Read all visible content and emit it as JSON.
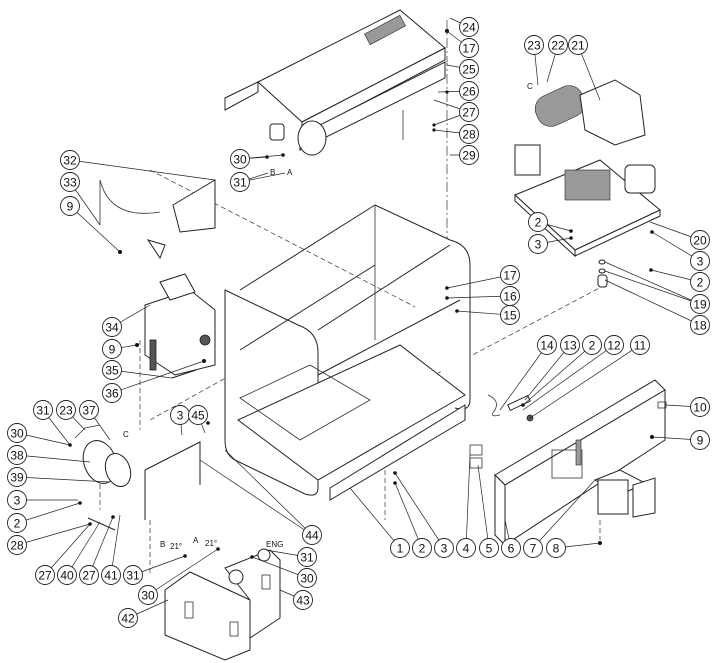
{
  "diagram": {
    "type": "exploded-parts-view",
    "callouts": [
      {
        "id": "c1",
        "label": "1"
      },
      {
        "id": "c2",
        "label": "2"
      },
      {
        "id": "c3",
        "label": "3"
      },
      {
        "id": "c4",
        "label": "4"
      },
      {
        "id": "c5",
        "label": "5"
      },
      {
        "id": "c6",
        "label": "6"
      },
      {
        "id": "c7",
        "label": "7"
      },
      {
        "id": "c8",
        "label": "8"
      },
      {
        "id": "c9a",
        "label": "9"
      },
      {
        "id": "c10",
        "label": "10"
      },
      {
        "id": "c11",
        "label": "11"
      },
      {
        "id": "c12",
        "label": "12"
      },
      {
        "id": "c2b",
        "label": "2"
      },
      {
        "id": "c13",
        "label": "13"
      },
      {
        "id": "c14",
        "label": "14"
      },
      {
        "id": "c15",
        "label": "15"
      },
      {
        "id": "c16",
        "label": "16"
      },
      {
        "id": "c17b",
        "label": "17"
      },
      {
        "id": "c18",
        "label": "18"
      },
      {
        "id": "c19",
        "label": "19"
      },
      {
        "id": "c2c",
        "label": "2"
      },
      {
        "id": "c3c",
        "label": "3"
      },
      {
        "id": "c20",
        "label": "20"
      },
      {
        "id": "c2d",
        "label": "2"
      },
      {
        "id": "c3d",
        "label": "3"
      },
      {
        "id": "c21",
        "label": "21"
      },
      {
        "id": "c22",
        "label": "22"
      },
      {
        "id": "c23",
        "label": "23"
      },
      {
        "id": "c24",
        "label": "24"
      },
      {
        "id": "c17",
        "label": "17"
      },
      {
        "id": "c25",
        "label": "25"
      },
      {
        "id": "c26",
        "label": "26"
      },
      {
        "id": "c27",
        "label": "27"
      },
      {
        "id": "c28",
        "label": "28"
      },
      {
        "id": "c29",
        "label": "29"
      },
      {
        "id": "c30",
        "label": "30"
      },
      {
        "id": "c31",
        "label": "31"
      },
      {
        "id": "c32",
        "label": "32"
      },
      {
        "id": "c33",
        "label": "33"
      },
      {
        "id": "c9b",
        "label": "9"
      },
      {
        "id": "c34",
        "label": "34"
      },
      {
        "id": "c9c",
        "label": "9"
      },
      {
        "id": "c35",
        "label": "35"
      },
      {
        "id": "c36",
        "label": "36"
      },
      {
        "id": "c31b",
        "label": "31"
      },
      {
        "id": "c23b",
        "label": "23"
      },
      {
        "id": "c37",
        "label": "37"
      },
      {
        "id": "c30b",
        "label": "30"
      },
      {
        "id": "c38",
        "label": "38"
      },
      {
        "id": "c39",
        "label": "39"
      },
      {
        "id": "c3e",
        "label": "3"
      },
      {
        "id": "c2e",
        "label": "2"
      },
      {
        "id": "c28b",
        "label": "28"
      },
      {
        "id": "c27b",
        "label": "27"
      },
      {
        "id": "c40",
        "label": "40"
      },
      {
        "id": "c27c",
        "label": "27"
      },
      {
        "id": "c41",
        "label": "41"
      },
      {
        "id": "c3f",
        "label": "3"
      },
      {
        "id": "c45",
        "label": "45"
      },
      {
        "id": "c44",
        "label": "44"
      },
      {
        "id": "c31c",
        "label": "31"
      },
      {
        "id": "c30c",
        "label": "30"
      },
      {
        "id": "c42",
        "label": "42"
      },
      {
        "id": "c31d",
        "label": "31"
      },
      {
        "id": "c30d",
        "label": "30"
      },
      {
        "id": "c43",
        "label": "43"
      }
    ],
    "letters": {
      "b_top": "B",
      "a_top": "A",
      "c_top": "C",
      "c_left": "C",
      "b_tank": "B",
      "a_tank": "A",
      "angle_b": "21°",
      "angle_a": "21°",
      "eng": "ENG"
    }
  }
}
